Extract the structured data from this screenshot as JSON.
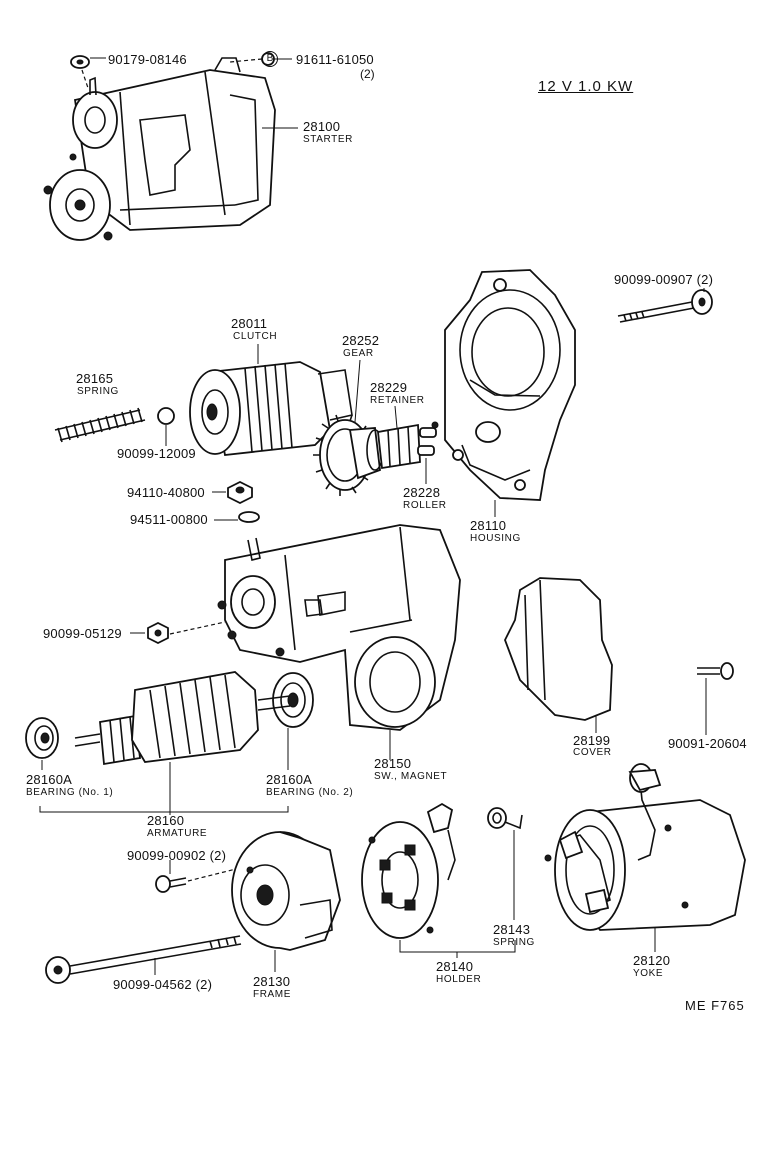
{
  "header": {
    "spec": "12 V  1.0 KW"
  },
  "footer": {
    "code": "ME  F765"
  },
  "parts": {
    "p_90179_08146": {
      "number": "90179-08146"
    },
    "p_91611_61050": {
      "number": "91611-61050",
      "qty": "(2)",
      "marker": "B"
    },
    "p_28100": {
      "number": "28100",
      "name": "STARTER"
    },
    "p_90099_00907": {
      "number": "90099-00907 (2)"
    },
    "p_28011": {
      "number": "28011",
      "name": "CLUTCH"
    },
    "p_28252": {
      "number": "28252",
      "name": "GEAR"
    },
    "p_28165": {
      "number": "28165",
      "name": "SPRING"
    },
    "p_28229": {
      "number": "28229",
      "name": "RETAINER"
    },
    "p_90099_12009": {
      "number": "90099-12009"
    },
    "p_94110_40800": {
      "number": "94110-40800"
    },
    "p_28228": {
      "number": "28228",
      "name": "ROLLER"
    },
    "p_28110": {
      "number": "28110",
      "name": "HOUSING"
    },
    "p_94511_00800": {
      "number": "94511-00800"
    },
    "p_90099_05129": {
      "number": "90099-05129"
    },
    "p_28199": {
      "number": "28199",
      "name": "COVER"
    },
    "p_90091_20604": {
      "number": "90091-20604"
    },
    "p_28160A_1": {
      "number": "28160A",
      "name": "BEARING (No. 1)"
    },
    "p_28160A_2": {
      "number": "28160A",
      "name": "BEARING (No. 2)"
    },
    "p_28150": {
      "number": "28150",
      "name": "SW., MAGNET"
    },
    "p_28160": {
      "number": "28160",
      "name": "ARMATURE"
    },
    "p_90099_00902": {
      "number": "90099-00902 (2)"
    },
    "p_28143": {
      "number": "28143",
      "name": "SPRING"
    },
    "p_28120": {
      "number": "28120",
      "name": "YOKE"
    },
    "p_90099_04562": {
      "number": "90099-04562 (2)"
    },
    "p_28130": {
      "number": "28130",
      "name": "FRAME"
    },
    "p_28140": {
      "number": "28140",
      "name": "HOLDER"
    }
  }
}
